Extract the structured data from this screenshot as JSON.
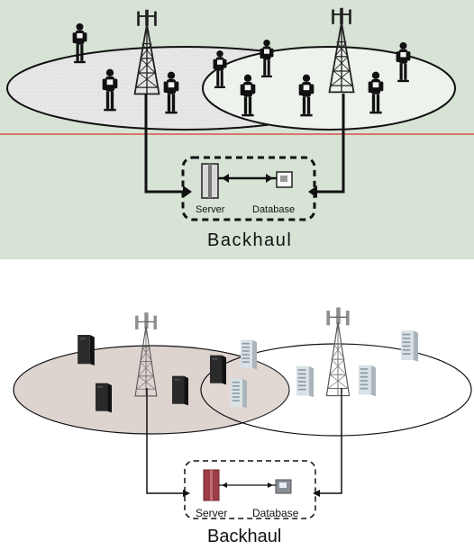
{
  "top_diagram": {
    "server_label": "Server",
    "database_label": "Database",
    "backhaul_label": "Backhaul",
    "colors": {
      "background": "#d6e3d5",
      "divider_line": "#d9362d",
      "left_cell_fill": "#e2e2e2",
      "right_cell_fill": "#eef3ed",
      "stroke": "#111111"
    }
  },
  "bottom_diagram": {
    "server_label": "Server",
    "database_label": "Database",
    "backhaul_label": "Backhaul",
    "colors": {
      "left_cell_fill": "#ddd3cf",
      "right_cell_fill": "#ffffff",
      "dark_device": "#2a2a2a",
      "light_device": "#d9e2e6",
      "server": "#9e3d45",
      "database": "#8a8f96",
      "stroke": "#111111"
    }
  }
}
